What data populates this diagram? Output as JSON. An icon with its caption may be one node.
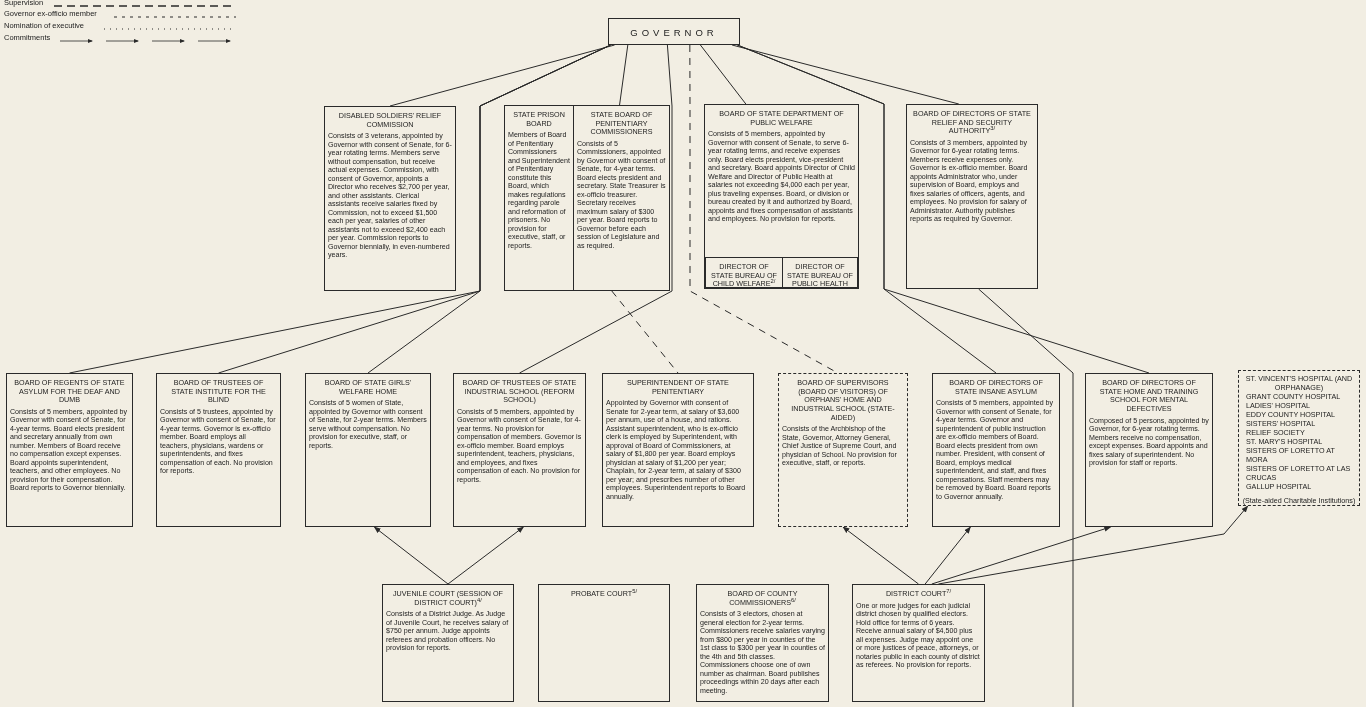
{
  "diagram": {
    "nodes": [
      {
        "text": [
          "GOVERNOR"
        ]
      },
      {
        "text": [
          "DISABLED SOLDIERS' RELIEF COMMISSION",
          "Consists of 3 veterans, appointed by Governor with consent of Senate, for 6-year rotating terms. Members serve without compensation, but receive actual expenses. Commission, with consent of Governor, appoints a Director who receives $2,700 per year, and other assistants. Clerical assistants receive salaries fixed by Commission, not to exceed $1,500 each per year, salaries of other assistants not to exceed $2,400 each per year. Commission reports to Governor biennially, in even-numbered years."
        ]
      },
      {
        "text": [
          "STATE PRISON BOARD",
          "Members of Board of Penitentiary Commissioners and Superintendent of Penitentiary constitute this Board, which makes regulations regarding parole and reformation of prisoners. No provision for executive, staff, or reports."
        ]
      },
      {
        "text": [
          "STATE BOARD OF PENITENTIARY COMMISSIONERS",
          "Consists of 5 Commissioners, appointed by Governor with consent of Senate, for 4-year terms. Board elects president and secretary. State Treasurer is ex-officio treasurer. Secretary receives maximum salary of $300 per year. Board reports to Governor before each session of Legislature and as required."
        ]
      },
      {
        "text": [
          "BOARD OF STATE DEPARTMENT OF PUBLIC WELFARE",
          "Consists of 5 members, appointed by Governor with consent of Senate, to serve 6-year rotating terms, and receive expenses only. Board elects president, vice-president and secretary. Board appoints Director of Child Welfare and Director of Public Health at salaries not exceeding $4,000 each per year, plus traveling expenses. Board, or division or bureau created by it and authorized by Board, appoints and fixes compensation of assistants and employees. No provision for reports."
        ]
      },
      {
        "text": [
          "DIRECTOR OF STATE BUREAU OF CHILD WELFARE$^{2/}$"
        ],
        "in": 4
      },
      {
        "text": [
          "DIRECTOR OF STATE BUREAU OF PUBLIC HEALTH"
        ],
        "in": 4
      },
      {
        "text": [
          "BOARD OF DIRECTORS OF STATE RELIEF AND SECURITY AUTHORITY$^{3/}$",
          "Consists of 3 members, appointed by Governor for 6-year rotating terms. Members receive expenses only. Governor is ex-officio member. Board appoints Administrator who, under supervision of Board, employs and fixes salaries of officers, agents, and employees. No provision for salary of Administrator. Authority publishes reports as required by Governor."
        ]
      },
      {
        "text": [
          "BOARD OF REGENTS OF STATE ASYLUM FOR THE DEAF AND DUMB",
          "Consists of 5 members, appointed by Governor with consent of Senate, for 4-year terms. Board elects president and secretary annually from own number. Members of Board receive no compensation except expenses. Board appoints superintendent, teachers, and other employees. No provision for their compensation. Board reports to Governor biennially."
        ]
      },
      {
        "text": [
          "BOARD OF TRUSTEES OF STATE INSTITUTE FOR THE BLIND",
          "Consists of 5 trustees, appointed by Governor with consent of Senate, for 4-year terms. Governor is ex-officio member. Board employs all teachers, physicians, wardens or superintendents, and fixes compensation of each. No provision for reports."
        ]
      },
      {
        "text": [
          "BOARD OF STATE GIRLS' WELFARE HOME",
          "Consists of 5 women of State, appointed by Governor with consent of Senate, for 2-year terms. Members serve without compensation. No provision for executive, staff, or reports."
        ]
      },
      {
        "text": [
          "BOARD OF TRUSTEES OF STATE INDUSTRIAL SCHOOL (REFORM SCHOOL)",
          "Consists of 5 members, appointed by Governor with consent of Senate, for 4-year terms. No provision for compensation of members. Governor is ex-officio member. Board employs superintendent, teachers, physicians, and employees, and fixes compensation of each. No provision for reports."
        ]
      },
      {
        "text": [
          "SUPERINTENDENT OF STATE PENITENTIARY",
          "Appointed by Governor with consent of Senate for 2-year term, at salary of $3,600 per annum, use of a house, and rations. Assistant superintendent, who is ex-officio clerk is employed by Superintendent, with approval of Board of Commissioners, at salary of $1,800 per year. Board employs physician at salary of $1,200 per year; Chaplain, for 2-year term, at salary of $300 per year; and prescribes number of other employees. Superintendent reports to Board annually."
        ]
      },
      {
        "text": [
          "BOARD OF SUPERVISORS (BOARD OF VISITORS) OF ORPHANS' HOME AND INDUSTRIAL SCHOOL (STATE-AIDED)",
          "Consists of the Archbishop of the State, Governor, Attorney General, Chief Justice of Supreme Court, and physician of School. No provision for executive, staff, or reports."
        ]
      },
      {
        "text": [
          "BOARD OF DIRECTORS OF STATE INSANE ASYLUM",
          "Consists of 5 members, appointed by Governor with consent of Senate, for 4-year terms. Governor and superintendent of public instruction are ex-officio members of Board. Board elects president from own number. President, with consent of Board, employs medical superintendent, and staff, and fixes compensations. Staff members may be removed by Board. Board reports to Governor annually."
        ]
      },
      {
        "text": [
          "BOARD OF DIRECTORS OF STATE HOME AND TRAINING SCHOOL FOR MENTAL DEFECTIVES",
          "Composed of 5 persons, appointed by Governor, for 6-year rotating terms. Members receive no compensation, except expenses. Board appoints and fixes salary of superintendent. No provision for staff or reports."
        ]
      },
      {
        "text": [
          "ST. VINCENT'S HOSPITAL (AND ORPHANAGE)",
          "GRANT COUNTY HOSPITAL",
          "LADIES' HOSPITAL",
          "EDDY COUNTY HOSPITAL",
          "SISTERS' HOSPITAL",
          "RELIEF SOCIETY",
          "ST. MARY'S HOSPITAL",
          "SISTERS OF LORETTO AT MORA",
          "SISTERS OF LORETTO AT LAS CRUCAS",
          "GALLUP HOSPITAL",
          "(State-aided Charitable Institutions)"
        ]
      },
      {
        "text": [
          "JUVENILE COURT (SESSION OF DISTRICT COURT)$^{4/}$",
          "Consists of a District Judge. As Judge of Juvenile Court, he receives salary of $750 per annum. Judge appoints referees and probation officers. No provision for reports."
        ]
      },
      {
        "text": [
          "PROBATE COURT$^{5/}$"
        ]
      },
      {
        "text": [
          "BOARD OF COUNTY COMMISSIONERS$^{6/}$",
          "Consists of 3 electors, chosen at general election for 2-year terms. Commissioners receive salaries varying from $800 per year in counties of the 1st class to $300 per year in counties of the 4th and 5th classes. Commissioners choose one of own number as chairman. Board publishes proceedings within 20 days after each meeting."
        ]
      },
      {
        "text": [
          "DISTRICT COURT$^{7/}$",
          "One or more judges for each judicial district chosen by qualified electors. Hold office for terms of 6 years. Receive annual salary of $4,500 plus all expenses. Judge may appoint one or more justices of peace, attorneys, or notaries public in each county of district as referees. No provision for reports."
        ]
      }
    ],
    "edges": [
      {
        "from": 0,
        "to": 1,
        "arrow": "none"
      },
      {
        "from": 0,
        "to": 3,
        "arrow": "none"
      },
      {
        "from": 0,
        "to": 4,
        "arrow": "none"
      },
      {
        "from": 0,
        "to": 7,
        "arrow": "none"
      },
      {
        "from": 0,
        "to": 8,
        "arrow": "none"
      },
      {
        "from": 0,
        "to": 9,
        "arrow": "none"
      },
      {
        "from": 0,
        "to": 10,
        "arrow": "none"
      },
      {
        "from": 0,
        "to": 11,
        "arrow": "none"
      },
      {
        "from": 0,
        "to": 13,
        "arrow": "none",
        "style": "dashed"
      },
      {
        "from": 0,
        "to": 14,
        "arrow": "none"
      },
      {
        "from": 0,
        "to": 15,
        "arrow": "none"
      },
      {
        "from": 3,
        "to": 12,
        "arrow": "none",
        "style": "dashed"
      },
      {
        "from": 7,
        "to": null,
        "arrow": "none"
      },
      {
        "from": 17,
        "to": 10,
        "arrow": "to"
      },
      {
        "from": 17,
        "to": 11,
        "arrow": "to"
      },
      {
        "from": 20,
        "to": 13,
        "arrow": "to"
      },
      {
        "from": 20,
        "to": 14,
        "arrow": "to"
      },
      {
        "from": 20,
        "to": 15,
        "arrow": "to"
      },
      {
        "from": 20,
        "to": 16,
        "arrow": "to"
      }
    ],
    "legend": [
      {
        "text": "Supervision"
      },
      {
        "text": "Governor ex-officio member"
      },
      {
        "text": "Nomination of executive"
      },
      {
        "text": "Commitments"
      }
    ]
  }
}
